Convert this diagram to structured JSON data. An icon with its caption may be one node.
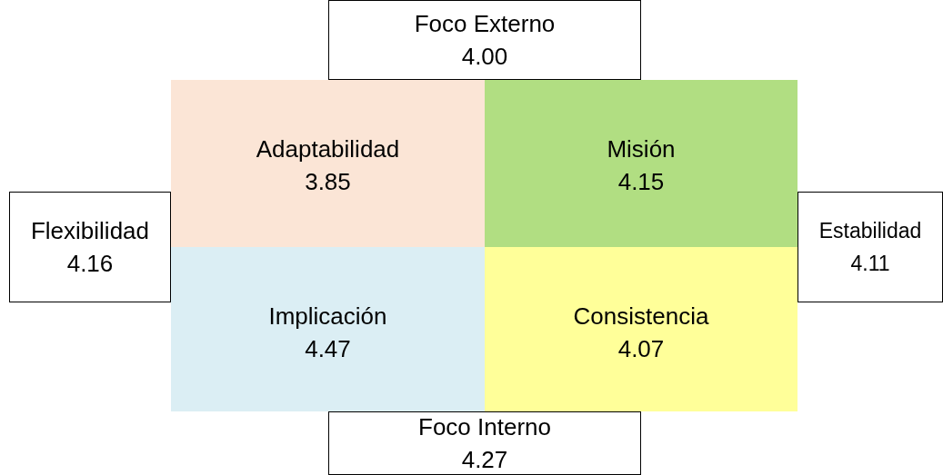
{
  "diagram": {
    "nodes": [
      {
        "text": [
          "Foco Externo",
          "4.00"
        ]
      },
      {
        "text": [
          "Adaptabilidad",
          "3.85"
        ]
      },
      {
        "text": [
          "Misión",
          "4.15"
        ]
      },
      {
        "text": [
          "Flexibilidad",
          "4.16"
        ]
      },
      {
        "text": [
          "Estabilidad",
          "4.11"
        ]
      },
      {
        "text": [
          "Implicación",
          "4.47"
        ]
      },
      {
        "text": [
          "Consistencia",
          "4.07"
        ]
      },
      {
        "text": [
          "Foco Interno",
          "4.27"
        ]
      }
    ]
  }
}
